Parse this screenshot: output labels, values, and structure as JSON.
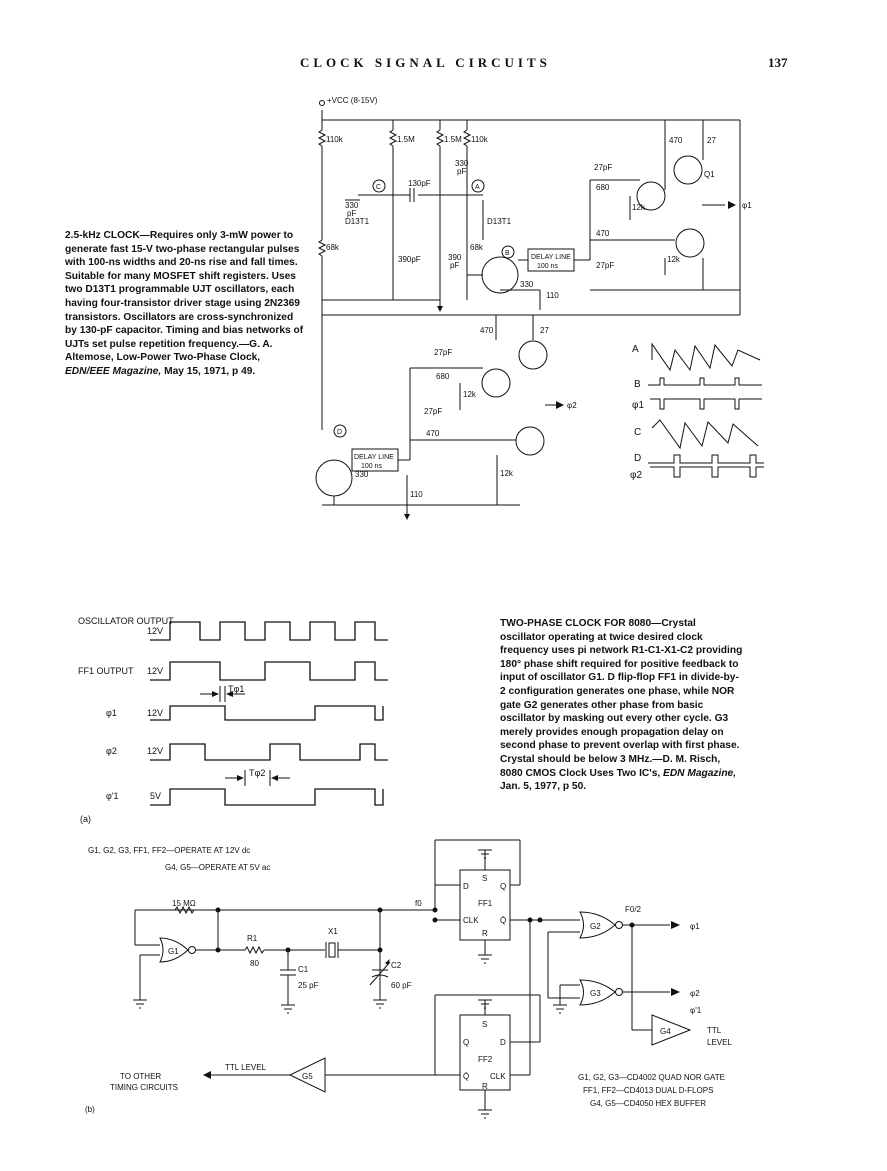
{
  "header": {
    "running_title": "CLOCK SIGNAL CIRCUITS",
    "page_number": "137"
  },
  "top_circuit": {
    "caption_title": "2.5-kHz CLOCK",
    "caption_body": "—Requires only 3-mW power to generate fast 15-V two-phase rectangular pulses with 100-ns widths and 20-ns rise and fall times. Suitable for many MOSFET shift registers. Uses two D13T1 programmable UJT oscillators, each having four-transistor driver stage using 2N2369 transistors. Oscillators are cross-synchronized by 130-pF capacitor. Timing and bias networks of UJTs set pulse repetition frequency.—G. A. Altemose, Low-Power Two-Phase Clock, ",
    "caption_source": "EDN/EEE Magazine,",
    "caption_tail": " May 15, 1971, p 49.",
    "labels": {
      "vcc": "+VCC (8-15V)",
      "r110k_a": "110k",
      "r15m_a": "1.5M",
      "r15m_b": "1.5M",
      "r110k_b": "110k",
      "c330_a": "330",
      "pf_a": "pF",
      "c130": "130pF",
      "c330_b": "330",
      "pf_b": "pF",
      "node_c": "C",
      "node_a": "A",
      "node_b": "B",
      "node_d": "D",
      "d13t1_a": "D13T1",
      "d13t1_b": "D13T1",
      "r68k_a": "68k",
      "c390_a": "390pF",
      "c390_b": "390",
      "pf_c": "pF",
      "r68k_b": "68k",
      "delay_line": "DELAY LINE",
      "delay_ns": "100 ns",
      "r330_a": "330",
      "r110_a": "110",
      "r470_a": "470",
      "r27_a": "27",
      "c27pf_a": "27pF",
      "r680_a": "680",
      "r12k_a": "12k",
      "q1": "Q1",
      "phi1_out": "φ1",
      "r470_b": "470",
      "c27pf_b": "27pF",
      "r12k_b": "12k",
      "r470_c": "470",
      "r27_b": "27",
      "c27pf_c": "27pF",
      "r680_b": "680",
      "r12k_c": "12k",
      "c27pf_d": "27pF",
      "r470_d": "470",
      "phi2_out": "φ2",
      "r330_b": "330",
      "r110_b": "110",
      "r12k_d": "12k"
    },
    "waveforms": [
      "A",
      "B",
      "φ1",
      "C",
      "D",
      "φ2"
    ]
  },
  "bottom_circuit": {
    "caption_title": "TWO-PHASE CLOCK FOR 8080",
    "caption_body": "—Crystal oscillator operating at twice desired clock frequency uses pi network R1-C1-X1-C2 providing 180° phase shift required for positive feedback to input of oscillator G1. D flip-flop FF1 in divide-by-2 configuration generates one phase, while NOR gate G2 generates other phase from basic oscillator by masking out every other cycle. G3 merely provides enough propagation delay on second phase to prevent overlap with first phase. Crystal should be below 3 MHz.—D. M. Risch, 8080 CMOS Clock Uses Two IC's, ",
    "caption_source": "EDN Magazine,",
    "caption_tail": " Jan. 5, 1977, p 50.",
    "timing": {
      "rows": [
        "OSCILLATOR OUTPUT",
        "FF1 OUTPUT",
        "φ1",
        "φ2",
        "φ'1"
      ],
      "levels": [
        "12V",
        "12V",
        "12V",
        "12V",
        "5V"
      ],
      "t_phi1": "Tφ1",
      "t_phi2": "Tφ2",
      "part_a": "(a)"
    },
    "schematic": {
      "operate1": "G1, G2, G3, FF1, FF2—OPERATE AT 12V dc",
      "operate2": "G4, G5—OPERATE AT 5V ac",
      "r15m": "15 MΩ",
      "g1": "G1",
      "r1": "R1",
      "r1_val": "80",
      "x1": "X1",
      "c1": "C1",
      "c1_val": "25 pF",
      "c2": "C2",
      "c2_val": "60 pF",
      "f0": "f0",
      "ff1": "FF1",
      "ff2": "FF2",
      "s": "S",
      "d": "D",
      "q": "Q",
      "clk": "CLK",
      "qbar": "Q̄",
      "r": "R",
      "g2": "G2",
      "g3": "G3",
      "g4": "G4",
      "g5": "G5",
      "f0_2": "F0/2",
      "phi1": "φ1",
      "phi2": "φ2",
      "phi1p": "φ'1",
      "ttl": "TTL",
      "level": "LEVEL",
      "ttl_level": "TTL LEVEL",
      "to_other": "TO OTHER",
      "timing_circuits": "TIMING CIRCUITS",
      "part_b": "(b)",
      "legend1": "G1, G2, G3—CD4002 QUAD NOR GATE",
      "legend2": "FF1, FF2—CD4013 DUAL D-FLOPS",
      "legend3": "G4, G5—CD4050 HEX BUFFER"
    }
  }
}
